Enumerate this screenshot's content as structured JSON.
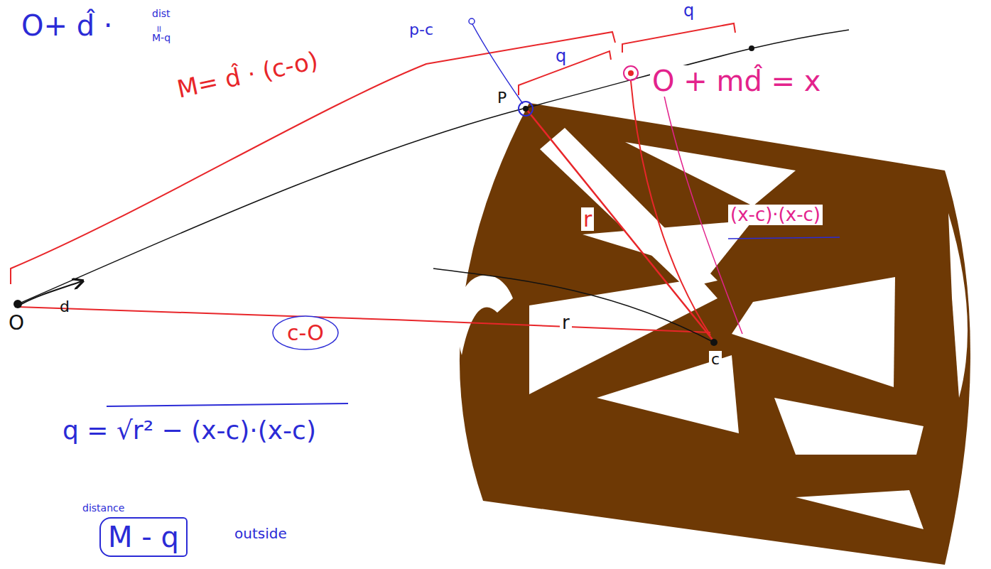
{
  "diagram": {
    "nodes": [
      {
        "text": [
          "c-O"
        ]
      },
      {
        "text": [
          "distance",
          "M - q"
        ]
      }
    ],
    "labels": [
      "O+ d̂ ·",
      "dist",
      "=",
      "M-q",
      "p-c",
      "q",
      "q",
      "M= d̂ · (c-o)",
      "P",
      "O + md̂ = x",
      "(x-c)·(x-c)",
      "r",
      "r",
      "c",
      "O",
      "d",
      "q = √r² − (x-c)·(x-c)",
      "outside"
    ]
  }
}
